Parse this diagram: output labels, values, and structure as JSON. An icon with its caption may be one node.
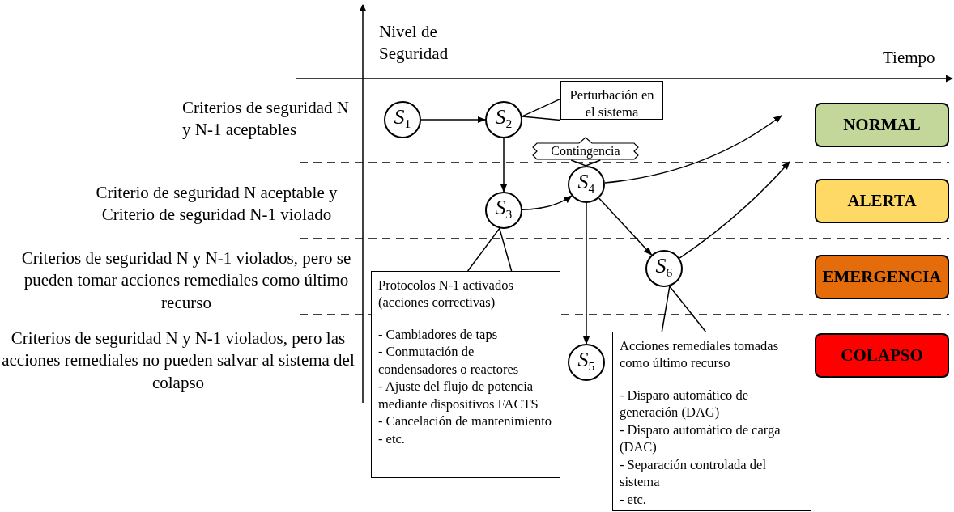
{
  "diagram": {
    "nodes": [
      {
        "text": [
          "*S*$_{1}$"
        ]
      },
      {
        "text": [
          "*S*$_{2}$"
        ]
      },
      {
        "text": [
          "*S*$_{3}$"
        ]
      },
      {
        "text": [
          "*S*$_{4}$"
        ]
      },
      {
        "text": [
          "*S*$_{5}$"
        ]
      },
      {
        "text": [
          "*S*$_{6}$"
        ]
      },
      {
        "text": [
          "Perturbación en el sistema"
        ]
      },
      {
        "text": [
          "Contingencia"
        ]
      },
      {
        "text": [
          "Protocolos N-1 activados (acciones correctivas)",
          "- Cambiadores de taps",
          "- Conmutación de condensadores o reactores",
          "- Ajuste del flujo de potencia mediante dispositivos FACTS",
          "- Cancelación de mantenimiento",
          "- etc."
        ]
      },
      {
        "text": [
          "Acciones remediales tomadas como último recurso",
          "- Disparo automático de generación (DAG)",
          "- Disparo automático de carga (DAC)",
          "- Separación controlada del sistema",
          "- etc."
        ]
      },
      {
        "text": [
          "NORMAL"
        ]
      },
      {
        "text": [
          "ALERTA"
        ]
      },
      {
        "text": [
          "EMERGENCIA"
        ]
      },
      {
        "text": [
          "COLAPSO"
        ]
      }
    ],
    "edges": [
      {
        "from": 0,
        "to": 1,
        "arrow": "to"
      },
      {
        "from": 1,
        "to": 2,
        "arrow": "to"
      },
      {
        "from": 2,
        "to": 3,
        "arrow": "to"
      },
      {
        "from": 3,
        "to": 4,
        "arrow": "to"
      },
      {
        "from": 3,
        "to": 5,
        "arrow": "to"
      },
      {
        "from": 3,
        "to": null,
        "arrow": "to"
      },
      {
        "from": 5,
        "to": null,
        "arrow": "to"
      },
      {
        "from": 6,
        "to": 1,
        "arrow": "none"
      },
      {
        "from": 7,
        "to": 3,
        "arrow": "none"
      },
      {
        "from": 8,
        "to": 2,
        "arrow": "none"
      },
      {
        "from": 9,
        "to": 5,
        "arrow": "none"
      }
    ],
    "labels": [
      "Nivel de Seguridad",
      "Tiempo",
      "Criterios de seguridad N y N-1 aceptables",
      "Criterio de seguridad N aceptable y Criterio de seguridad N-1 violado",
      "Criterios de seguridad N y N-1 violados, pero se pueden tomar acciones remediales como último recurso",
      "Criterios de seguridad N y N-1 violados, pero las acciones remediales no pueden salvar al sistema del colapso"
    ]
  }
}
